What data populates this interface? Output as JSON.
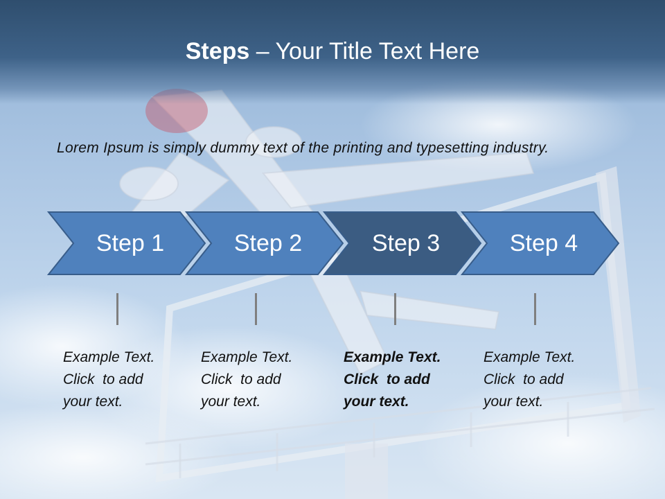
{
  "title": {
    "bold": "Steps",
    "rest": " – Your Title Text Here"
  },
  "intro_text": "Lorem Ipsum is simply dummy text of the printing and typesetting industry.",
  "steps": [
    {
      "label": "Step 1",
      "note_line1": "Example Text.",
      "note_line2": "Click  to add",
      "note_line3": "your text.",
      "active": false
    },
    {
      "label": "Step 2",
      "note_line1": "Example Text.",
      "note_line2": "Click  to add",
      "note_line3": "your text.",
      "active": false
    },
    {
      "label": "Step 3",
      "note_line1": "Example Text.",
      "note_line2": "Click  to add",
      "note_line3": "your text.",
      "active": true
    },
    {
      "label": "Step 4",
      "note_line1": "Example Text.",
      "note_line2": "Click  to add",
      "note_line3": "your text.",
      "active": false
    }
  ],
  "colors": {
    "chevron_fill": "#4f81bd",
    "chevron_active_fill": "#3b5c82",
    "chevron_border": "#385d8a",
    "title_bar": "#34567a"
  }
}
